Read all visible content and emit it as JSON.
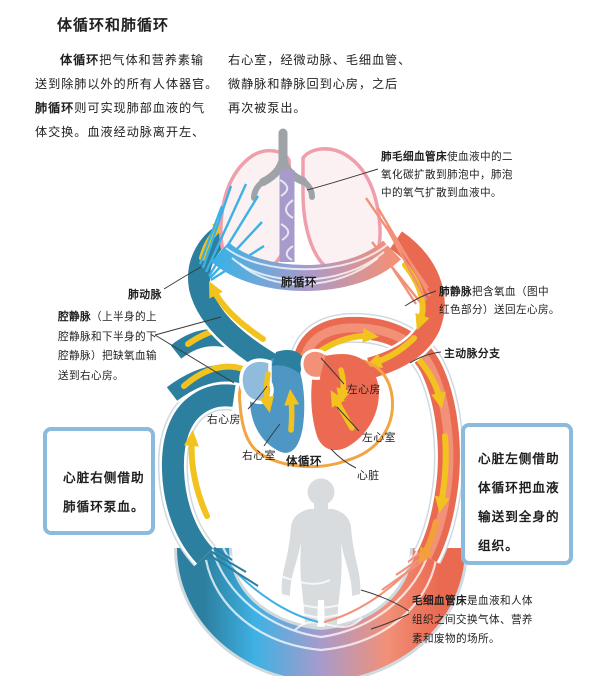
{
  "page": {
    "title": "体循环和肺循环"
  },
  "intro": {
    "left": {
      "l1b": "体循环",
      "l1": "把气体和营养素输",
      "l2": "送到除肺以外的所有人体器官。",
      "l3b": "肺循环",
      "l3": "则可实现肺部血液的气",
      "l4": "体交换。血液经动脉离开左、"
    },
    "right": {
      "l1": "右心室，经微动脉、毛细血管、",
      "l2": "微静脉和静脉回到心房，之后",
      "l3": "再次被泵出。"
    }
  },
  "annotations": {
    "lung_capillary": {
      "b": "肺毛细血管床",
      "l1": "使血液中的二",
      "l2": "氧化碳扩散到肺泡中，肺泡",
      "l3": "中的氧气扩散到血液中。"
    },
    "pulmonary_artery": "肺动脉",
    "pulmonary_circulation": "肺循环",
    "vena_cava": {
      "b": "腔静脉",
      "l1": "（上半身的上",
      "l2": "腔静脉和下半身的下",
      "l3": "腔静脉）把缺氧血输",
      "l4": "送到右心房。"
    },
    "pulmonary_vein": {
      "b": "肺静脉",
      "l1": "把含氧血（图中",
      "l2": "红色部分）送回左心房。"
    },
    "aorta_branch": "主动脉分支",
    "right_atrium": "右心房",
    "right_ventricle": "右心室",
    "systemic_circulation": "体循环",
    "left_atrium": "左心房",
    "left_ventricle": "左心室",
    "heart": "心脏",
    "capillary_bed": {
      "b": "毛细血管床",
      "l1": "是血液和人体",
      "l2": "组织之间交换气体、营养",
      "l3": "素和废物的场所。"
    }
  },
  "callouts": {
    "left_box": {
      "l1": "心脏右侧借助",
      "l2": "肺循环泵血。"
    },
    "right_box": {
      "l1": "心脏左侧借助",
      "l2": "体循环把血液",
      "l3": "输送到全身的",
      "l4": "组织。"
    }
  },
  "colors": {
    "vein_teal": "#2C7F9E",
    "vein_cyan": "#3EB1E4",
    "artery_red": "#EA6A51",
    "artery_light": "#F29078",
    "capillary_purple": "#A79BCB",
    "arrow_gold": "#F2C31E",
    "arrow_orange": "#F2A03C",
    "heart_blue": "#4E96C4",
    "heart_red": "#EC6A52",
    "heart_outline_orange": "#F2A543",
    "lung_pink": "#EF9FAC",
    "lung_fill": "#FBF1F2",
    "trachea_gray": "#9EA3A8",
    "body_gray": "#D9DCDE",
    "box_border_blue": "#8ABBDD",
    "text_dark": "#1F1F1F"
  }
}
